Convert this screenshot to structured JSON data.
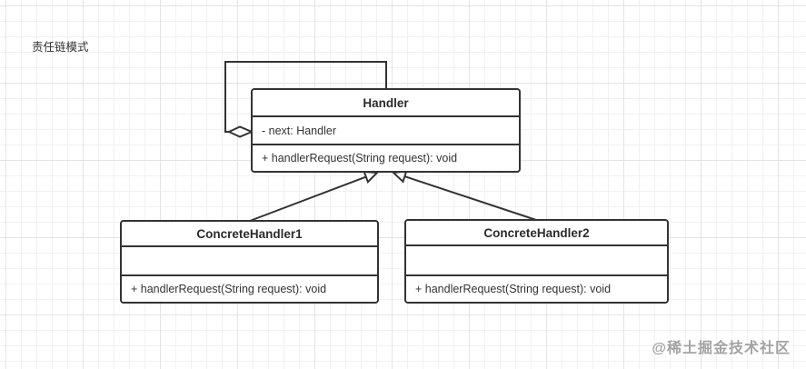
{
  "diagram": {
    "title": "责任链模式",
    "watermark": "@稀土掘金技术社区"
  },
  "classes": {
    "handler": {
      "name": "Handler",
      "attribute": "- next: Handler",
      "method": "+ handlerRequest(String request): void"
    },
    "concrete1": {
      "name": "ConcreteHandler1",
      "attribute": "",
      "method": "+ handlerRequest(String request): void"
    },
    "concrete2": {
      "name": "ConcreteHandler2",
      "attribute": "",
      "method": "+ handlerRequest(String request): void"
    }
  },
  "relationships": [
    {
      "type": "aggregation",
      "from": "Handler",
      "to": "Handler",
      "marker": "hollow-diamond",
      "note": "self association through next field"
    },
    {
      "type": "generalization",
      "from": "ConcreteHandler1",
      "to": "Handler",
      "marker": "hollow-triangle"
    },
    {
      "type": "generalization",
      "from": "ConcreteHandler2",
      "to": "Handler",
      "marker": "hollow-triangle"
    }
  ],
  "colors": {
    "line": "#333333",
    "box_background": "#ffffff",
    "text": "#333333",
    "grid_minor": "#f1f1f1",
    "grid_major": "#e4e4e4",
    "watermark": "#a3a3a3"
  }
}
